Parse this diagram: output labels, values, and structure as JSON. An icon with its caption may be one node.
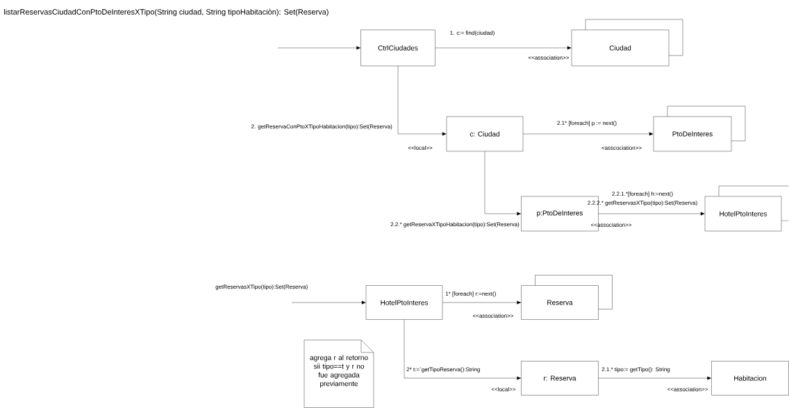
{
  "diagram": {
    "title": "listarReservasCiudadConPtoDeInteresXTipo(String ciudad, String tipoHabitaciòn): Set(Reserva)",
    "nodes": [
      {
        "text": [
          "CtrlCiudades"
        ]
      },
      {
        "text": [
          "Ciudad"
        ]
      },
      {
        "text": [
          "c: Ciudad"
        ]
      },
      {
        "text": [
          "PtoDeInteres"
        ]
      },
      {
        "text": [
          "p:PtoDeInteres"
        ]
      },
      {
        "text": [
          "HotelPtoInteres"
        ]
      },
      {
        "text": [
          "HotelPtoInteres"
        ]
      },
      {
        "text": [
          "Reserva"
        ]
      },
      {
        "text": [
          "r: Reserva"
        ]
      },
      {
        "text": [
          "Habitacion"
        ]
      },
      {
        "text": [
          "agrega r al retorno sii tipo==t y r no fue agregada previamente"
        ]
      }
    ],
    "edges": [
      {
        "from": null,
        "to": 0,
        "arrow": "to"
      },
      {
        "from": 0,
        "to": 1,
        "arrow": "to",
        "label": "1. c:= find(ciudad)"
      },
      {
        "from": 0,
        "to": 2,
        "arrow": "to",
        "label": "2. getReservaConPtoXTipoHabitacion(tipo):Set(Reserva)"
      },
      {
        "from": 2,
        "to": 3,
        "arrow": "to",
        "label": "2.1* [foreach] p := next()"
      },
      {
        "from": 2,
        "to": 4,
        "arrow": "to",
        "label": "2.2.* getReservaXTipoHabitacion(tipo):Set(Reserva)"
      },
      {
        "from": 4,
        "to": 5,
        "arrow": "to",
        "label": "2.2.1.*[foreach] h:=next()"
      },
      {
        "from": null,
        "to": 6,
        "arrow": "to",
        "label": "getReservasXTipo(tipo):Set(Reserva)"
      },
      {
        "from": 6,
        "to": 7,
        "arrow": "to",
        "label": "1* [foreach] r:=next()"
      },
      {
        "from": 6,
        "to": 8,
        "arrow": "to",
        "label": "2* t:=`getTipoReserva():String"
      },
      {
        "from": 8,
        "to": 9,
        "arrow": "to",
        "label": "2.1.* tipo:= getTipo(): String"
      }
    ],
    "labels": [
      "<<association>>",
      "<<local>>",
      "<asscociation>>",
      "2.2.2.* getReservasXTipo(tipo):Set(Reserva)",
      "<<association>>",
      "<<association>>",
      "<<local>>",
      "<<association>>"
    ]
  }
}
